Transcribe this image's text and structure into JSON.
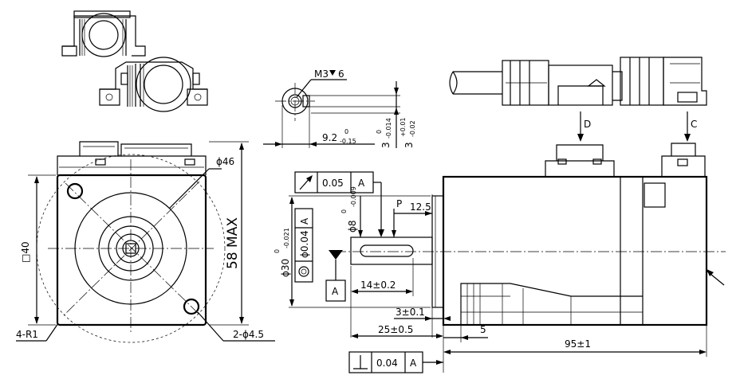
{
  "front_view": {
    "dia_46": "ϕ46",
    "square_40": "□40",
    "height_58": "58 MAX",
    "radius": "4-R1",
    "holes": "2-ϕ4.5"
  },
  "shaft_section": {
    "thread": "M3",
    "thread_depth": "6",
    "key_len": "9.2",
    "key_len_upper": "0",
    "key_len_lower": "-0.15",
    "key_w": "3",
    "key_w_upper": "0",
    "key_w_lower": "-0.014",
    "key_h": "3",
    "key_h_upper": "+0.01",
    "key_h_lower": "-0.02"
  },
  "side_view": {
    "runout_value": "0.05",
    "datum_a": "A",
    "shaft_dia": "ϕ8",
    "shaft_dia_upper": "0",
    "shaft_dia_lower": "-0.009",
    "pilot_dia": "ϕ30",
    "pilot_upper": "0",
    "pilot_lower": "-0.021",
    "concentricity": "ϕ0.04",
    "p_label": "P",
    "dim_12_5": "12.5",
    "dim_14": "14±0.2",
    "dim_3": "3±0.1",
    "dim_25": "25±0.5",
    "dim_5": "5",
    "dim_95": "95±1",
    "perp_value": "0.04",
    "view_d": "D",
    "view_c": "C"
  }
}
